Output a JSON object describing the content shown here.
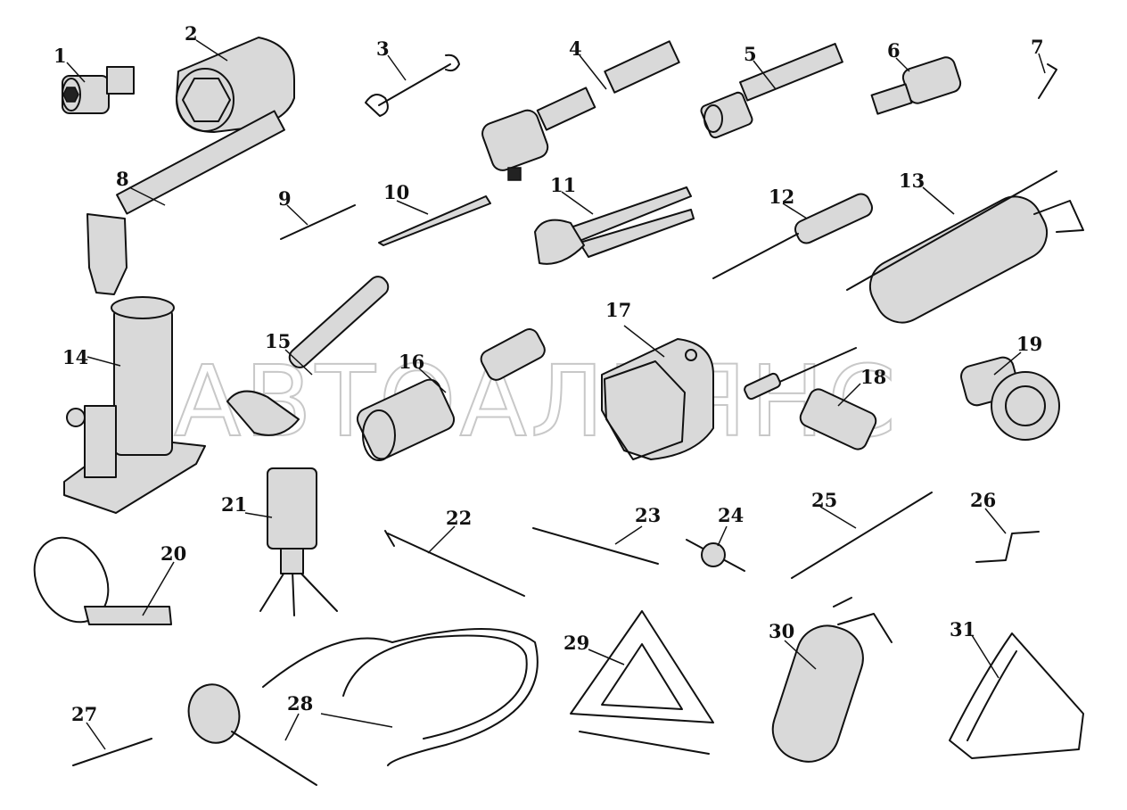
{
  "watermark": "АВТОАЛЬЯНС",
  "callouts": [
    {
      "id": "1",
      "label": "1"
    },
    {
      "id": "2",
      "label": "2"
    },
    {
      "id": "3",
      "label": "3"
    },
    {
      "id": "4",
      "label": "4"
    },
    {
      "id": "5",
      "label": "5"
    },
    {
      "id": "6",
      "label": "6"
    },
    {
      "id": "7",
      "label": "7"
    },
    {
      "id": "8",
      "label": "8"
    },
    {
      "id": "9",
      "label": "9"
    },
    {
      "id": "10",
      "label": "10"
    },
    {
      "id": "11",
      "label": "11"
    },
    {
      "id": "12",
      "label": "12"
    },
    {
      "id": "13",
      "label": "13"
    },
    {
      "id": "14",
      "label": "14"
    },
    {
      "id": "15",
      "label": "15"
    },
    {
      "id": "16",
      "label": "16"
    },
    {
      "id": "17",
      "label": "17"
    },
    {
      "id": "18",
      "label": "18"
    },
    {
      "id": "19",
      "label": "19"
    },
    {
      "id": "20",
      "label": "20"
    },
    {
      "id": "21",
      "label": "21"
    },
    {
      "id": "22",
      "label": "22"
    },
    {
      "id": "23",
      "label": "23"
    },
    {
      "id": "24",
      "label": "24"
    },
    {
      "id": "25",
      "label": "25"
    },
    {
      "id": "26",
      "label": "26"
    },
    {
      "id": "27",
      "label": "27"
    },
    {
      "id": "28",
      "label": "28"
    },
    {
      "id": "29",
      "label": "29"
    },
    {
      "id": "30",
      "label": "30"
    },
    {
      "id": "31",
      "label": "31"
    }
  ]
}
